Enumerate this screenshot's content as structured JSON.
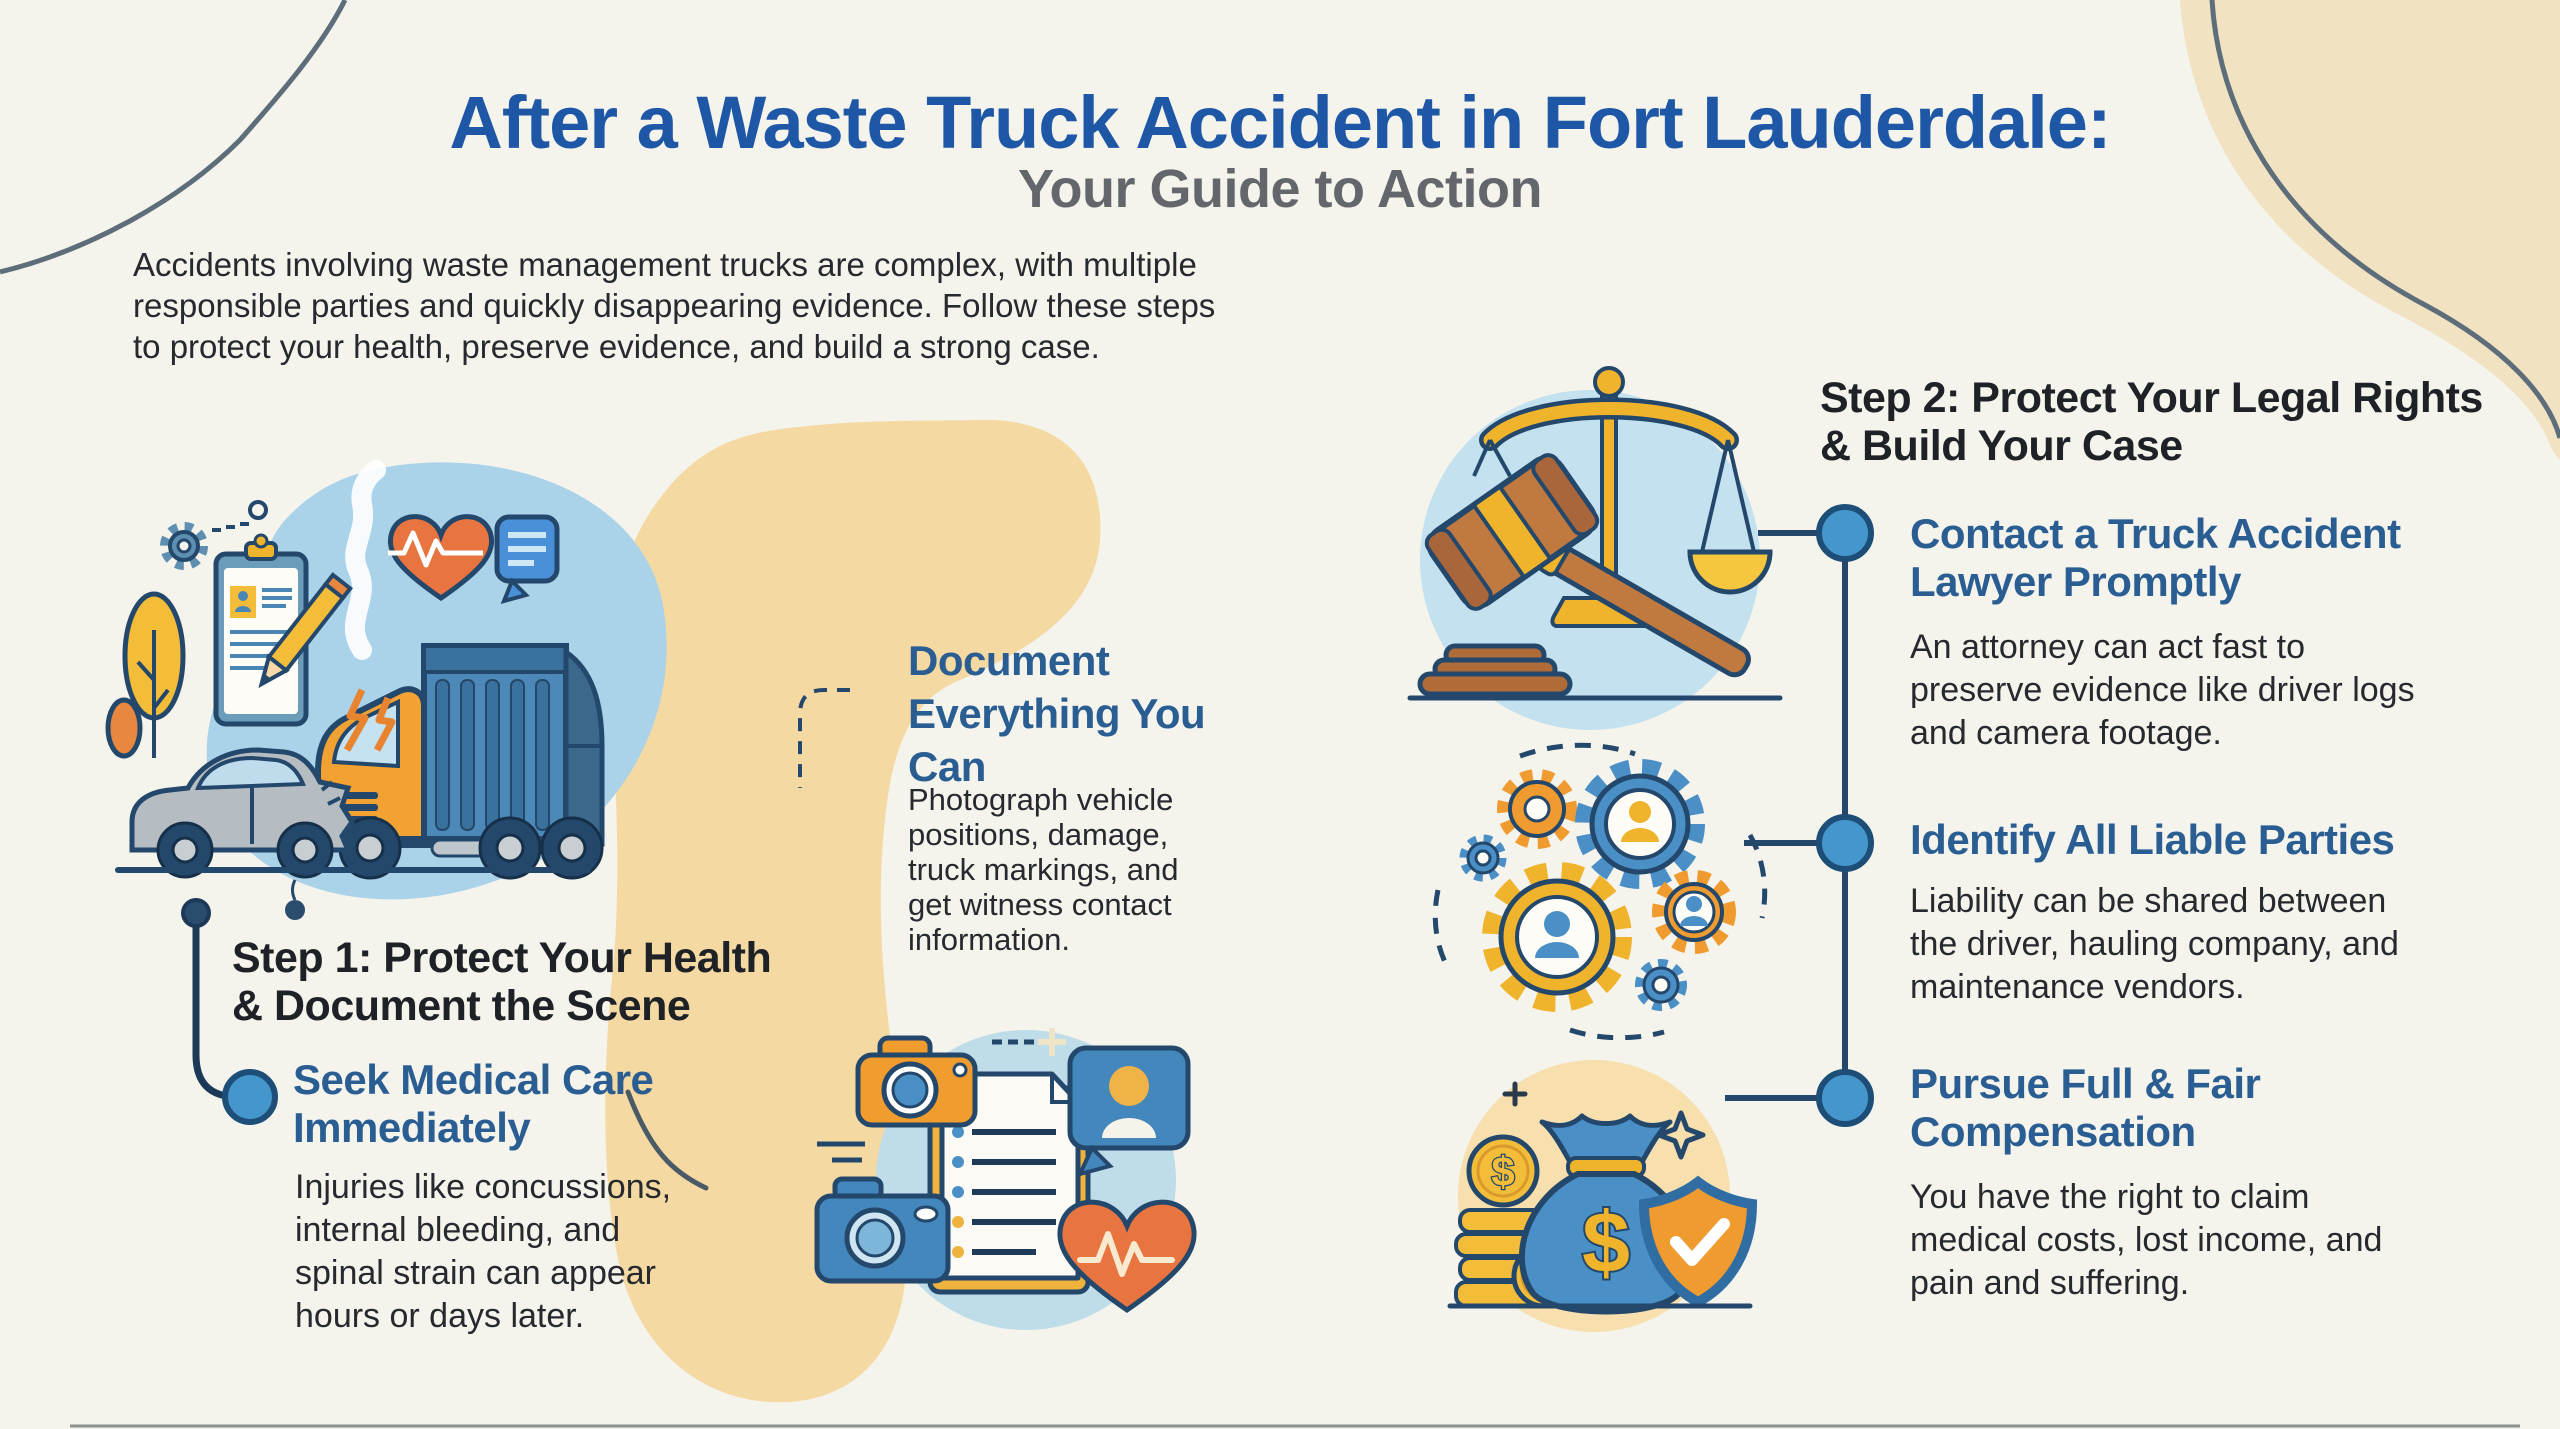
{
  "title": {
    "line1": "After a Waste Truck Accident in Fort Lauderdale:",
    "line2": "Your Guide to Action"
  },
  "intro": {
    "lines": [
      "Accidents involving waste management trucks are complex, with multiple",
      "responsible parties and quickly disappearing evidence. Follow these steps",
      "to protect your health, preserve evidence, and build a strong case."
    ]
  },
  "step1": {
    "heading_lines": [
      "Step 1: Protect Your Health",
      "& Document the Scene"
    ],
    "items": [
      {
        "heading_lines": [
          "Seek Medical Care",
          "Immediately"
        ],
        "body_lines": [
          "Injuries like concussions,",
          "internal bleeding, and",
          "spinal strain can appear",
          "hours or days later."
        ]
      },
      {
        "heading_lines": [
          "Document",
          "Everything You",
          "Can"
        ],
        "body_lines": [
          "Photograph vehicle",
          "positions, damage,",
          "truck markings, and",
          "get witness contact",
          "information."
        ]
      }
    ]
  },
  "step2": {
    "heading_lines": [
      "Step 2: Protect Your Legal Rights",
      "& Build Your Case"
    ],
    "items": [
      {
        "heading_lines": [
          "Contact a Truck Accident",
          "Lawyer Promptly"
        ],
        "body_lines": [
          "An attorney can act fast to",
          "preserve evidence like driver logs",
          "and camera footage."
        ]
      },
      {
        "heading_lines": [
          "Identify All Liable Parties"
        ],
        "body_lines": [
          "Liability can be shared between",
          "the driver, hauling company, and",
          "maintenance vendors."
        ]
      },
      {
        "heading_lines": [
          "Pursue Full & Fair",
          "Compensation"
        ],
        "body_lines": [
          "You have the right to claim",
          "medical costs, lost income, and",
          "pain and suffering."
        ]
      }
    ]
  },
  "icons": {
    "dollar": "$",
    "list": [
      "scales-icon",
      "gavel-icon",
      "gears-people-icon",
      "money-bag-icon",
      "shield-check-icon",
      "coin-stack-icon",
      "camera-icon",
      "checklist-icon",
      "heart-ekg-icon",
      "speech-bubble-icon",
      "garbage-truck-icon",
      "crashed-car-icon",
      "clipboard-icon",
      "pencil-icon",
      "tree-icon",
      "gear-icon",
      "sparkle-icon"
    ]
  },
  "colors": {
    "background": "#f4f3ec",
    "title_blue": "#1d57a5",
    "subtitle_gray": "#63676c",
    "heading_dark": "#1e2226",
    "item_heading_blue": "#2a5e92",
    "body_text": "#26292d",
    "timeline_dot_blue": "#4596cc",
    "timeline_line_navy": "#24486b",
    "accent_orange": "#f09b30",
    "accent_gold": "#f0b42c",
    "accent_blue": "#4a90c7",
    "blob_blue": "#aad2e8",
    "blob_tan": "#f5d9a2",
    "blob_peach": "#f7dfae",
    "circle_light_blue": "#c3e1ef"
  }
}
